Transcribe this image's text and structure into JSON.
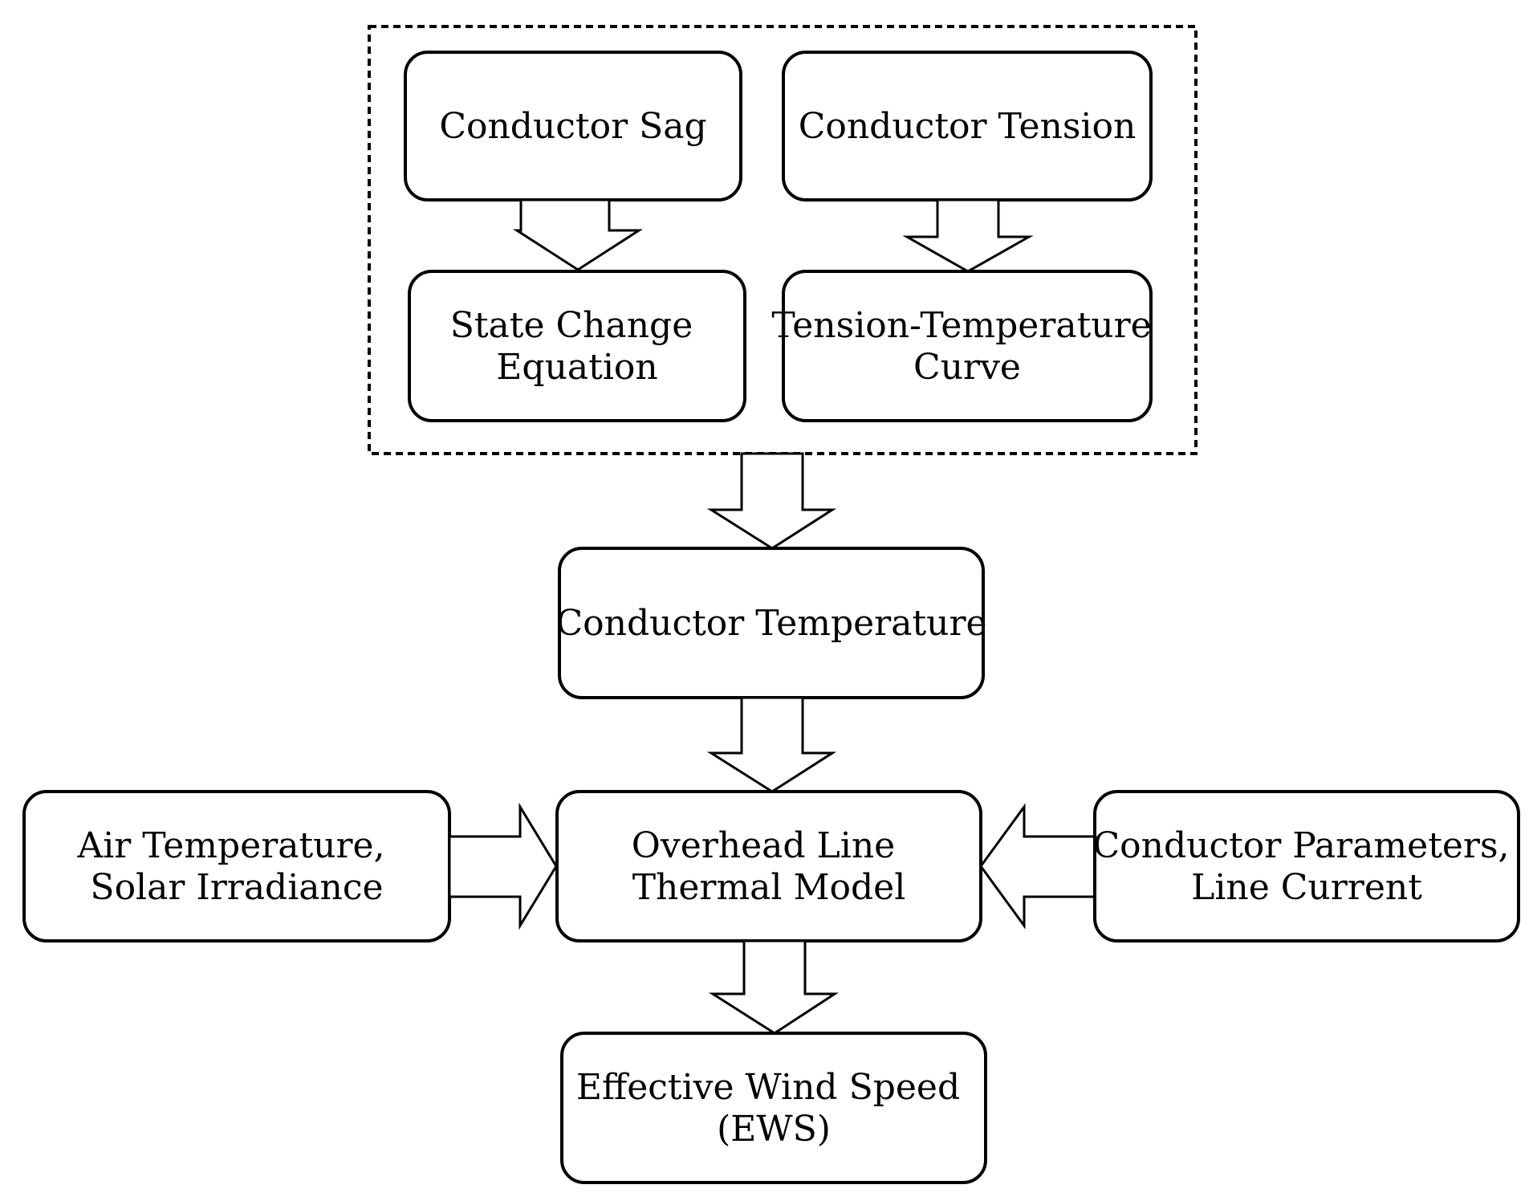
{
  "nodes": {
    "conductor_sag": [
      "Conductor Sag"
    ],
    "conductor_tension": [
      "Conductor Tension"
    ],
    "state_change_equation": [
      "State Change",
      "Equation"
    ],
    "tension_temperature_curve": [
      "Tension-Temperature",
      "Curve"
    ],
    "conductor_temperature": [
      "Conductor Temperature"
    ],
    "air_temperature_solar_irradiance": [
      "Air Temperature,",
      "Solar Irradiance"
    ],
    "overhead_line_thermal_model": [
      "Overhead Line",
      "Thermal Model"
    ],
    "conductor_parameters_line_current": [
      "Conductor Parameters,",
      "Line Current"
    ],
    "effective_wind_speed": [
      "Effective Wind Speed",
      "(EWS)"
    ]
  },
  "colors": {
    "stroke": "#000000",
    "fill": "#ffffff",
    "text": "#000000"
  }
}
